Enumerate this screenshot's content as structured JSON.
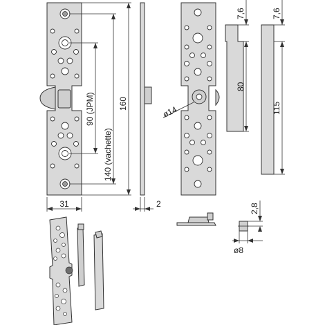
{
  "dimensions": {
    "jpm": "90 (JPM)",
    "vachette": "140 (vachette)",
    "height": "160",
    "width": "31",
    "thickness": "2",
    "diameter_pin": "ø14",
    "insert_top_a": "7,6",
    "insert_length_a": "80",
    "insert_top_b": "7,6",
    "insert_length_b": "115",
    "detail_height": "2,8",
    "detail_diameter": "ø8"
  },
  "colors": {
    "part_fill": "#d9d9d9",
    "line": "#333333"
  }
}
